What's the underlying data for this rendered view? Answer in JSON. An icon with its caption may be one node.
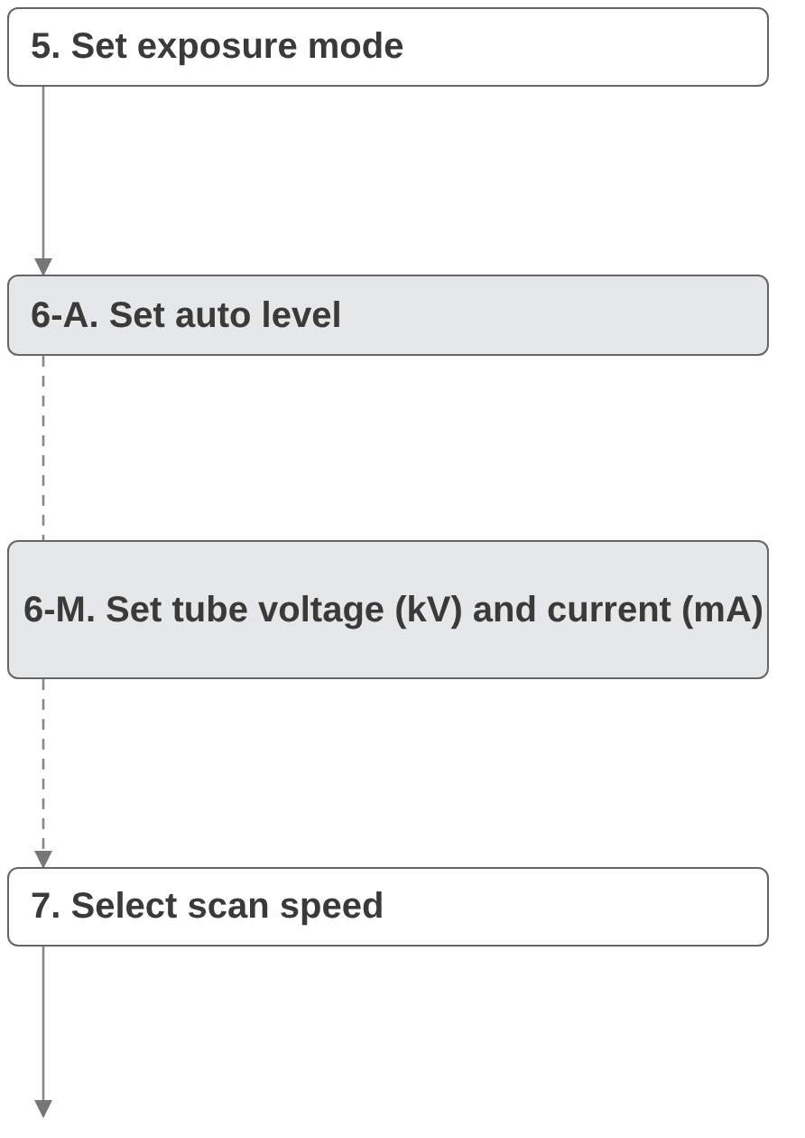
{
  "diagram": {
    "nodes": [
      {
        "text": [
          "5. Set exposure mode"
        ]
      },
      {
        "text": [
          "6-A. Set auto level"
        ]
      },
      {
        "text": [
          "6-M. Set tube voltage (kV) and current (mA)"
        ]
      },
      {
        "text": [
          "7. Select scan speed"
        ]
      }
    ],
    "edges": [
      {
        "from": 0,
        "to": 1,
        "arrow": "to"
      },
      {
        "from": 1,
        "to": 2,
        "arrow": "none",
        "style": "dashed"
      },
      {
        "from": 2,
        "to": 3,
        "arrow": "to",
        "style": "dashed"
      },
      {
        "from": 3,
        "to": null,
        "arrow": "to"
      }
    ]
  }
}
